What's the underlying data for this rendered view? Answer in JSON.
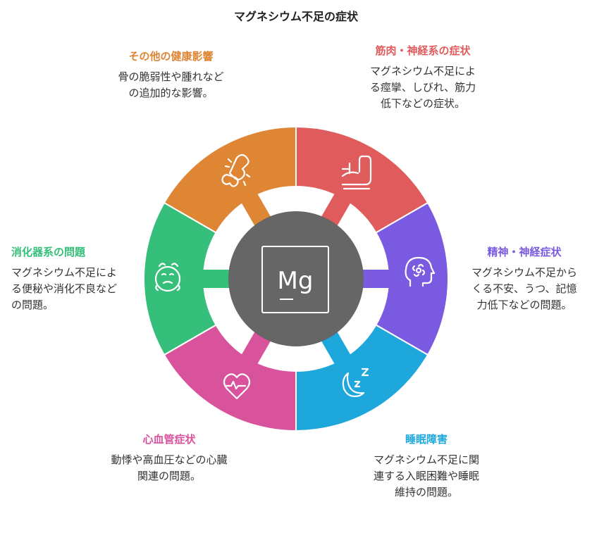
{
  "title": "マグネシウム不足の症状",
  "center": {
    "text": "Mg"
  },
  "colors": {
    "orange": "#DE8634",
    "red": "#E05C5C",
    "purple": "#7A5AE0",
    "blue": "#1DA7DB",
    "pink": "#D9539C",
    "green": "#35BF7A",
    "hub": "#666666"
  },
  "segments": [
    {
      "id": "other",
      "icon": "broken-bone-icon",
      "heading": "その他の健康影響",
      "desc": "骨の脆弱性や腫れなどの追加的な影響。"
    },
    {
      "id": "muscle",
      "icon": "arm-flex-icon",
      "heading": "筋肉・神経系の症状",
      "desc": "マグネシウム不足による痙攣、しびれ、筋力低下などの症状。"
    },
    {
      "id": "mental",
      "icon": "head-flower-icon",
      "heading": "精神・神経症状",
      "desc": "マグネシウム不足からくる不安、うつ、記憶力低下などの問題。"
    },
    {
      "id": "sleep",
      "icon": "moon-zzz-icon",
      "heading": "睡眠障害",
      "desc": "マグネシウム不足に関連する入眠困難や睡眠維持の問題。"
    },
    {
      "id": "cardio",
      "icon": "heart-pulse-icon",
      "heading": "心血管症状",
      "desc": "動悸や高血圧などの心臓関連の問題。"
    },
    {
      "id": "digestive",
      "icon": "sick-face-icon",
      "heading": "消化器系の問題",
      "desc": "マグネシウム不足による便秘や消化不良などの問題。"
    }
  ]
}
